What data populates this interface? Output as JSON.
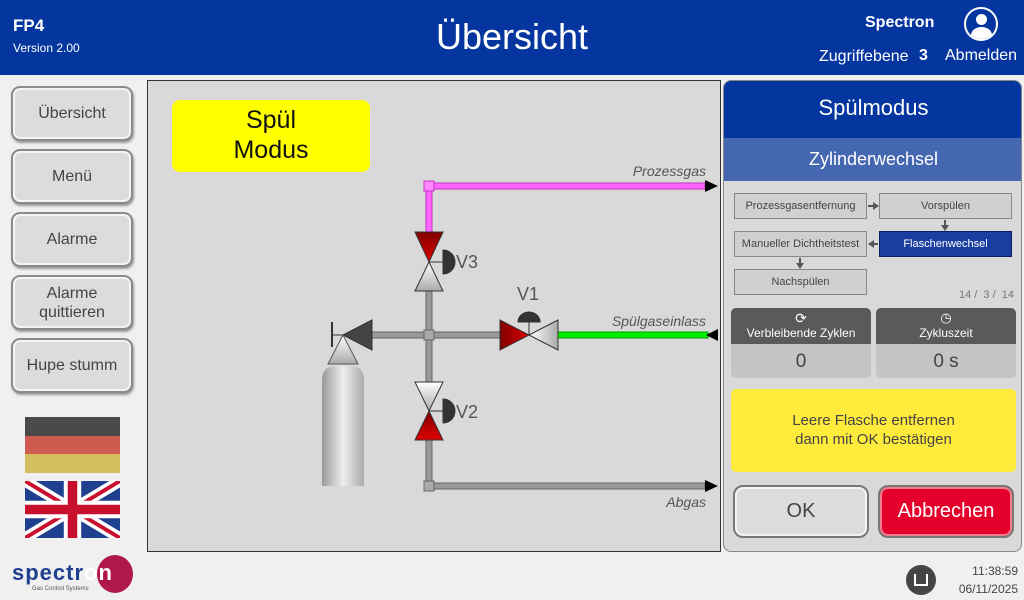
{
  "header": {
    "device": "FP4",
    "version": "Version 2.00",
    "title": "Übersicht",
    "company": "Spectron",
    "access_label": "Zugriffebene",
    "access_level": "3",
    "logout": "Abmelden"
  },
  "nav": [
    {
      "label": "Übersicht"
    },
    {
      "label": "Menü"
    },
    {
      "label": "Alarme"
    },
    {
      "label": "Alarme quittieren"
    },
    {
      "label": "Hupe stumm"
    }
  ],
  "diagram": {
    "mode_line1": "Spül",
    "mode_line2": "Modus",
    "labels": {
      "process_gas": "Prozessgas",
      "purge_inlet": "Spülgaseinlass",
      "exhaust": "Abgas",
      "v1": "V1",
      "v2": "V2",
      "v3": "V3"
    },
    "colors": {
      "process": "#ff66ff",
      "purge": "#00dd00",
      "pipe": "#999999",
      "valve_open": "#c00000"
    }
  },
  "panel": {
    "title": "Spülmodus",
    "subtitle": "Zylinderwechsel",
    "steps": [
      "Prozessgasentfernung",
      "Vorspülen",
      "Manueller Dichtheitstest",
      "Flaschenwechsel",
      "Nachspülen"
    ],
    "active_step": "Flaschenwechsel",
    "counter": "14 /  3 /  14",
    "remaining_label": "Verbleibende Zyklen",
    "remaining_value": "0",
    "cycle_label": "Zykluszeit",
    "cycle_value": "0 s",
    "message_line1": "Leere Flasche entfernen",
    "message_line2": "dann mit OK bestätigen",
    "ok": "OK",
    "cancel": "Abbrechen"
  },
  "footer": {
    "logo": "spectron",
    "logo_sub": "Gas Control Systems",
    "time": "11:38:59",
    "date": "06/11/2025"
  }
}
